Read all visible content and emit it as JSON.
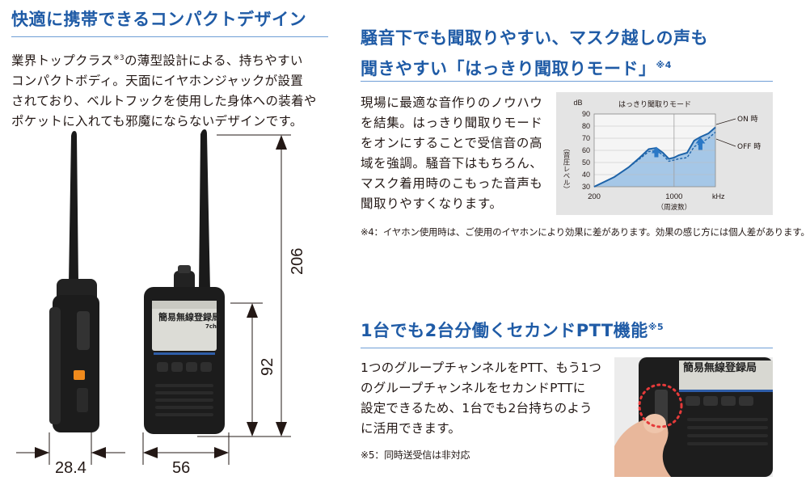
{
  "left": {
    "title": "快適に携帯できるコンパクトデザイン",
    "body_line1_a": "業界トップクラス",
    "body_line1_sup": "※3",
    "body_line1_b": "の薄型設計による、持ちやすい",
    "body_line2": "コンパクトボディ。天面にイヤホンジャックが設置",
    "body_line3": "されており、ベルトフックを使用した身体への装着や",
    "body_line4": "ポケットに入れても邪魔にならないデザインです。",
    "dim_height_total": "206",
    "dim_height_body": "92",
    "dim_thickness": "28.4",
    "dim_width": "56",
    "radio_screen_line1": "簡易無線登録局",
    "radio_screen_line2": "7ch"
  },
  "right_top": {
    "title_line1": "騒音下でも聞取りやすい、マスク越しの声も",
    "title_line2": "聞きやすい「はっきり聞取りモード」",
    "title_sup": "※4",
    "body_lines": [
      "現場に最適な音作りのノウハウ",
      "を結集。はっきり聞取りモード",
      "をオンにすることで受信音の高",
      "域を強調。騒音下はもちろん、",
      "マスク着用時のこもった音声も",
      "聞取りやすくなります。"
    ],
    "note": "※4：イヤホン使用時は、ご使用のイヤホンにより効果に差があります。効果の感じ方には個人差があります。"
  },
  "chart_data": {
    "type": "line",
    "title": "はっきり聞取りモード",
    "xlabel": "（周波数）",
    "ylabel": "（音圧レベル）",
    "yunit": "dB",
    "xunit": "kHz",
    "x_ticks": [
      "200",
      "1000"
    ],
    "y_ticks": [
      30,
      40,
      50,
      60,
      70,
      80,
      90
    ],
    "ylim": [
      30,
      90
    ],
    "x": [
      200,
      300,
      400,
      500,
      600,
      700,
      800,
      900,
      1000,
      1100,
      1300,
      1500,
      1700,
      2000,
      2300
    ],
    "series": [
      {
        "name": "ON 時",
        "values": [
          30,
          38,
          46,
          54,
          61,
          62,
          58,
          53,
          54,
          56,
          58,
          68,
          71,
          74,
          79
        ]
      },
      {
        "name": "OFF 時",
        "values": [
          30,
          38,
          46,
          53,
          59,
          60,
          56,
          51,
          52,
          53,
          54,
          63,
          66,
          70,
          75
        ]
      }
    ],
    "grid": true,
    "legend": "right"
  },
  "right_bottom": {
    "title": "1台でも2台分働くセカンドPTT機能",
    "title_sup": "※5",
    "body_lines": [
      "1つのグループチャンネルをPTT、もう1つ",
      "のグループチャンネルをセカンドPTTに",
      "設定できるため、1台でも2台持ちのよう",
      "に活用できます。"
    ],
    "note": "※5：同時送受信は非対応",
    "photo_screen": "簡易無線登録局"
  },
  "colors": {
    "heading": "#1f5ba6",
    "rule": "#6f9ed6",
    "chart_fill": "#9cc2e6",
    "chart_line": "#1e63a8",
    "arrow": "#2b78c6"
  }
}
